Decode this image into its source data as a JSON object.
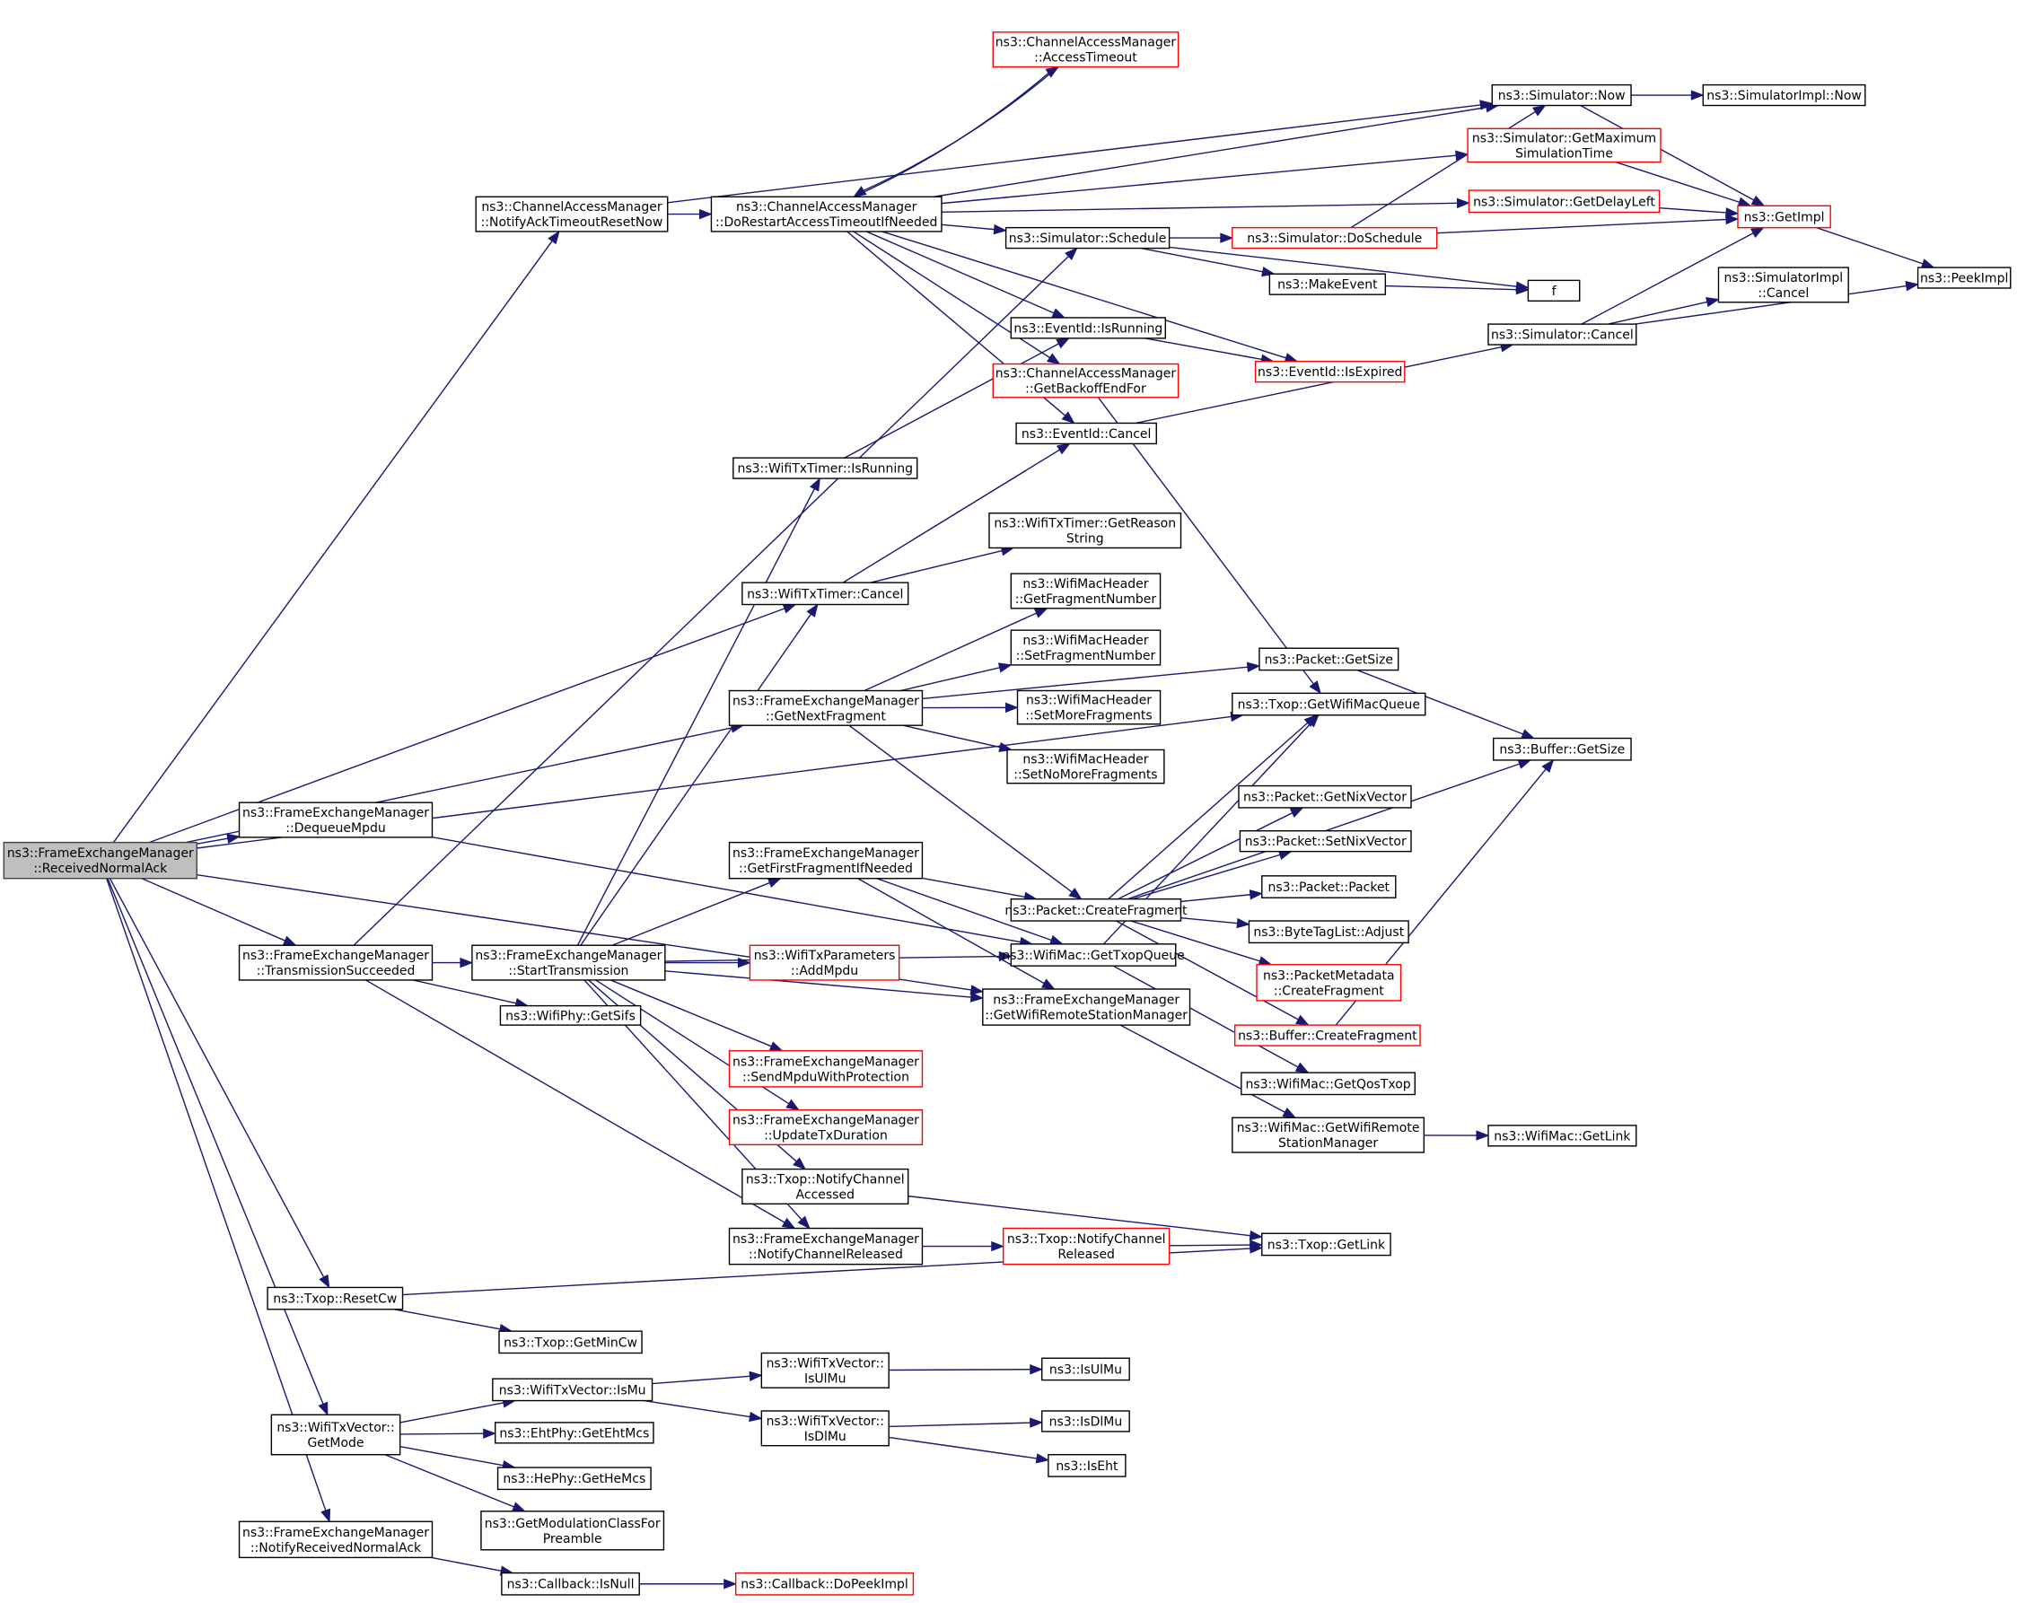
{
  "title": "Call graph of ns3::FrameExchangeManager::ReceivedNormalAck",
  "colors": {
    "edge": "#191970",
    "incomplete_border": "#ff0000",
    "root_fill": "#bfbfbf",
    "border": "#000000"
  },
  "nodes": {
    "root": {
      "lines": [
        "ns3::FrameExchangeManager",
        "::ReceivedNormalAck"
      ],
      "style": "root"
    },
    "notifyAck": {
      "lines": [
        "ns3::ChannelAccessManager",
        "::NotifyAckTimeoutResetNow"
      ],
      "style": "normal"
    },
    "doRestart": {
      "lines": [
        "ns3::ChannelAccessManager",
        "::DoRestartAccessTimeoutIfNeeded"
      ],
      "style": "normal"
    },
    "accessTimeout": {
      "lines": [
        "ns3::ChannelAccessManager",
        "::AccessTimeout"
      ],
      "style": "red"
    },
    "simNow": {
      "lines": [
        "ns3::Simulator::Now"
      ],
      "style": "normal"
    },
    "simImplNow": {
      "lines": [
        "ns3::SimulatorImpl::Now"
      ],
      "style": "normal"
    },
    "getMaxSimTime": {
      "lines": [
        "ns3::Simulator::GetMaximum",
        "SimulationTime"
      ],
      "style": "red"
    },
    "getDelayLeft": {
      "lines": [
        "ns3::Simulator::GetDelayLeft"
      ],
      "style": "red"
    },
    "getImpl": {
      "lines": [
        "ns3::GetImpl"
      ],
      "style": "red"
    },
    "peekImpl": {
      "lines": [
        "ns3::PeekImpl"
      ],
      "style": "normal"
    },
    "schedule": {
      "lines": [
        "ns3::Simulator::Schedule"
      ],
      "style": "normal"
    },
    "doSchedule": {
      "lines": [
        "ns3::Simulator::DoSchedule"
      ],
      "style": "red"
    },
    "makeEvent": {
      "lines": [
        "ns3::MakeEvent"
      ],
      "style": "normal"
    },
    "f": {
      "lines": [
        "f"
      ],
      "style": "normal"
    },
    "simImplCancel": {
      "lines": [
        "ns3::SimulatorImpl",
        "::Cancel"
      ],
      "style": "normal"
    },
    "simCancel": {
      "lines": [
        "ns3::Simulator::Cancel"
      ],
      "style": "normal"
    },
    "eventIsRunning": {
      "lines": [
        "ns3::EventId::IsRunning"
      ],
      "style": "normal"
    },
    "eventIsExpired": {
      "lines": [
        "ns3::EventId::IsExpired"
      ],
      "style": "red"
    },
    "getBackoff": {
      "lines": [
        "ns3::ChannelAccessManager",
        "::GetBackoffEndFor"
      ],
      "style": "red"
    },
    "eventCancel": {
      "lines": [
        "ns3::EventId::Cancel"
      ],
      "style": "normal"
    },
    "txTimerIsRunning": {
      "lines": [
        "ns3::WifiTxTimer::IsRunning"
      ],
      "style": "normal"
    },
    "getReasonString": {
      "lines": [
        "ns3::WifiTxTimer::GetReason",
        "String"
      ],
      "style": "normal"
    },
    "txTimerCancel": {
      "lines": [
        "ns3::WifiTxTimer::Cancel"
      ],
      "style": "normal"
    },
    "getFragmentNumber": {
      "lines": [
        "ns3::WifiMacHeader",
        "::GetFragmentNumber"
      ],
      "style": "normal"
    },
    "setFragmentNumber": {
      "lines": [
        "ns3::WifiMacHeader",
        "::SetFragmentNumber"
      ],
      "style": "normal"
    },
    "setMoreFragments": {
      "lines": [
        "ns3::WifiMacHeader",
        "::SetMoreFragments"
      ],
      "style": "normal"
    },
    "setNoMoreFragments": {
      "lines": [
        "ns3::WifiMacHeader",
        "::SetNoMoreFragments"
      ],
      "style": "normal"
    },
    "getNextFragment": {
      "lines": [
        "ns3::FrameExchangeManager",
        "::GetNextFragment"
      ],
      "style": "normal"
    },
    "packetGetSize": {
      "lines": [
        "ns3::Packet::GetSize"
      ],
      "style": "normal"
    },
    "txopGetWifiMacQueue": {
      "lines": [
        "ns3::Txop::GetWifiMacQueue"
      ],
      "style": "normal"
    },
    "bufferGetSize": {
      "lines": [
        "ns3::Buffer::GetSize"
      ],
      "style": "normal"
    },
    "getNixVector": {
      "lines": [
        "ns3::Packet::GetNixVector"
      ],
      "style": "normal"
    },
    "setNixVector": {
      "lines": [
        "ns3::Packet::SetNixVector"
      ],
      "style": "normal"
    },
    "packetPacket": {
      "lines": [
        "ns3::Packet::Packet"
      ],
      "style": "normal"
    },
    "byteTagAdjust": {
      "lines": [
        "ns3::ByteTagList::Adjust"
      ],
      "style": "normal"
    },
    "metadataCreateFragment": {
      "lines": [
        "ns3::PacketMetadata",
        "::CreateFragment"
      ],
      "style": "red"
    },
    "bufferCreateFragment": {
      "lines": [
        "ns3::Buffer::CreateFragment"
      ],
      "style": "red"
    },
    "getQosTxop": {
      "lines": [
        "ns3::WifiMac::GetQosTxop"
      ],
      "style": "normal"
    },
    "macGetRemoteStationMgr": {
      "lines": [
        "ns3::WifiMac::GetWifiRemote",
        "StationManager"
      ],
      "style": "normal"
    },
    "macGetLink": {
      "lines": [
        "ns3::WifiMac::GetLink"
      ],
      "style": "normal"
    },
    "dequeueMpdu": {
      "lines": [
        "ns3::FrameExchangeManager",
        "::DequeueMpdu"
      ],
      "style": "normal"
    },
    "transmissionSucceeded": {
      "lines": [
        "ns3::FrameExchangeManager",
        "::TransmissionSucceeded"
      ],
      "style": "normal"
    },
    "startTransmission": {
      "lines": [
        "ns3::FrameExchangeManager",
        "::StartTransmission"
      ],
      "style": "normal"
    },
    "getSifs": {
      "lines": [
        "ns3::WifiPhy::GetSifs"
      ],
      "style": "normal"
    },
    "getFirstFragment": {
      "lines": [
        "ns3::FrameExchangeManager",
        "::GetFirstFragmentIfNeeded"
      ],
      "style": "normal"
    },
    "createFragment": {
      "lines": [
        "ns3::Packet::CreateFragment"
      ],
      "style": "normal"
    },
    "getTxopQueue": {
      "lines": [
        "ns3::WifiMac::GetTxopQueue"
      ],
      "style": "normal"
    },
    "addMpdu": {
      "lines": [
        "ns3::WifiTxParameters",
        "::AddMpdu"
      ],
      "style": "red"
    },
    "femGetRemoteStationMgr": {
      "lines": [
        "ns3::FrameExchangeManager",
        "::GetWifiRemoteStationManager"
      ],
      "style": "normal"
    },
    "sendMpduWithProtection": {
      "lines": [
        "ns3::FrameExchangeManager",
        "::SendMpduWithProtection"
      ],
      "style": "red"
    },
    "updateTxDuration": {
      "lines": [
        "ns3::FrameExchangeManager",
        "::UpdateTxDuration"
      ],
      "style": "red"
    },
    "notifyChannelAccessed": {
      "lines": [
        "ns3::Txop::NotifyChannel",
        "Accessed"
      ],
      "style": "normal"
    },
    "femNotifyChannelReleased": {
      "lines": [
        "ns3::FrameExchangeManager",
        "::NotifyChannelReleased"
      ],
      "style": "normal"
    },
    "txopNotifyChannelReleased": {
      "lines": [
        "ns3::Txop::NotifyChannel",
        "Released"
      ],
      "style": "red"
    },
    "txopGetLink": {
      "lines": [
        "ns3::Txop::GetLink"
      ],
      "style": "normal"
    },
    "resetCw": {
      "lines": [
        "ns3::Txop::ResetCw"
      ],
      "style": "normal"
    },
    "getMinCw": {
      "lines": [
        "ns3::Txop::GetMinCw"
      ],
      "style": "normal"
    },
    "isMu": {
      "lines": [
        "ns3::WifiTxVector::IsMu"
      ],
      "style": "normal"
    },
    "vecIsUlMu": {
      "lines": [
        "ns3::WifiTxVector::",
        "IsUlMu"
      ],
      "style": "normal"
    },
    "vecIsDlMu": {
      "lines": [
        "ns3::WifiTxVector::",
        "IsDlMu"
      ],
      "style": "normal"
    },
    "isUlMu": {
      "lines": [
        "ns3::IsUlMu"
      ],
      "style": "normal"
    },
    "isDlMu": {
      "lines": [
        "ns3::IsDlMu"
      ],
      "style": "normal"
    },
    "isEht": {
      "lines": [
        "ns3::IsEht"
      ],
      "style": "normal"
    },
    "getMode": {
      "lines": [
        "ns3::WifiTxVector::",
        "GetMode"
      ],
      "style": "normal"
    },
    "getEhtMcs": {
      "lines": [
        "ns3::EhtPhy::GetEhtMcs"
      ],
      "style": "normal"
    },
    "getHeMcs": {
      "lines": [
        "ns3::HePhy::GetHeMcs"
      ],
      "style": "normal"
    },
    "getModClass": {
      "lines": [
        "ns3::GetModulationClassFor",
        "Preamble"
      ],
      "style": "normal"
    },
    "notifyReceivedNormalAck": {
      "lines": [
        "ns3::FrameExchangeManager",
        "::NotifyReceivedNormalAck"
      ],
      "style": "normal"
    },
    "callbackIsNull": {
      "lines": [
        "ns3::Callback::IsNull"
      ],
      "style": "normal"
    },
    "doPeekImpl": {
      "lines": [
        "ns3::Callback::DoPeekImpl"
      ],
      "style": "red"
    }
  },
  "edges": [
    [
      "root",
      "notifyAck"
    ],
    [
      "root",
      "dequeueMpdu"
    ],
    [
      "root",
      "transmissionSucceeded"
    ],
    [
      "root",
      "getNextFragment"
    ],
    [
      "root",
      "txTimerCancel"
    ],
    [
      "root",
      "txopGetWifiMacQueue"
    ],
    [
      "root",
      "femGetRemoteStationMgr"
    ],
    [
      "root",
      "resetCw"
    ],
    [
      "root",
      "getMode"
    ],
    [
      "root",
      "notifyReceivedNormalAck"
    ],
    [
      "notifyAck",
      "doRestart"
    ],
    [
      "notifyAck",
      "simNow"
    ],
    [
      "doRestart",
      "accessTimeout"
    ],
    [
      "accessTimeout",
      "doRestart"
    ],
    [
      "doRestart",
      "simNow"
    ],
    [
      "doRestart",
      "getMaxSimTime"
    ],
    [
      "doRestart",
      "getDelayLeft"
    ],
    [
      "doRestart",
      "schedule"
    ],
    [
      "doRestart",
      "eventIsRunning"
    ],
    [
      "doRestart",
      "eventIsExpired"
    ],
    [
      "doRestart",
      "getBackoff"
    ],
    [
      "doRestart",
      "eventCancel"
    ],
    [
      "simNow",
      "simImplNow"
    ],
    [
      "simNow",
      "getImpl"
    ],
    [
      "getMaxSimTime",
      "getImpl"
    ],
    [
      "getDelayLeft",
      "getImpl"
    ],
    [
      "doSchedule",
      "getImpl"
    ],
    [
      "doSchedule",
      "simNow"
    ],
    [
      "getImpl",
      "peekImpl"
    ],
    [
      "schedule",
      "doSchedule"
    ],
    [
      "schedule",
      "makeEvent"
    ],
    [
      "schedule",
      "f"
    ],
    [
      "makeEvent",
      "f"
    ],
    [
      "simCancel",
      "simImplCancel"
    ],
    [
      "simCancel",
      "getImpl"
    ],
    [
      "simCancel",
      "peekImpl"
    ],
    [
      "eventIsRunning",
      "eventIsExpired"
    ],
    [
      "eventCancel",
      "simCancel"
    ],
    [
      "getBackoff",
      "txopGetWifiMacQueue"
    ],
    [
      "txTimerIsRunning",
      "eventIsRunning"
    ],
    [
      "txTimerCancel",
      "eventCancel"
    ],
    [
      "txTimerCancel",
      "getReasonString"
    ],
    [
      "getNextFragment",
      "getFragmentNumber"
    ],
    [
      "getNextFragment",
      "setFragmentNumber"
    ],
    [
      "getNextFragment",
      "setMoreFragments"
    ],
    [
      "getNextFragment",
      "setNoMoreFragments"
    ],
    [
      "getNextFragment",
      "createFragment"
    ],
    [
      "getNextFragment",
      "packetGetSize"
    ],
    [
      "packetGetSize",
      "bufferGetSize"
    ],
    [
      "dequeueMpdu",
      "getTxopQueue"
    ],
    [
      "transmissionSucceeded",
      "startTransmission"
    ],
    [
      "transmissionSucceeded",
      "getSifs"
    ],
    [
      "transmissionSucceeded",
      "schedule"
    ],
    [
      "transmissionSucceeded",
      "femNotifyChannelReleased"
    ],
    [
      "startTransmission",
      "txTimerIsRunning"
    ],
    [
      "startTransmission",
      "txTimerCancel"
    ],
    [
      "startTransmission",
      "getFirstFragment"
    ],
    [
      "startTransmission",
      "addMpdu"
    ],
    [
      "startTransmission",
      "femGetRemoteStationMgr"
    ],
    [
      "startTransmission",
      "sendMpduWithProtection"
    ],
    [
      "startTransmission",
      "updateTxDuration"
    ],
    [
      "startTransmission",
      "notifyChannelAccessed"
    ],
    [
      "startTransmission",
      "femNotifyChannelReleased"
    ],
    [
      "startTransmission",
      "getTxopQueue"
    ],
    [
      "getFirstFragment",
      "createFragment"
    ],
    [
      "getFirstFragment",
      "getTxopQueue"
    ],
    [
      "getFirstFragment",
      "femGetRemoteStationMgr"
    ],
    [
      "createFragment",
      "getNixVector"
    ],
    [
      "createFragment",
      "setNixVector"
    ],
    [
      "createFragment",
      "packetPacket"
    ],
    [
      "createFragment",
      "byteTagAdjust"
    ],
    [
      "createFragment",
      "metadataCreateFragment"
    ],
    [
      "createFragment",
      "bufferCreateFragment"
    ],
    [
      "createFragment",
      "txopGetWifiMacQueue"
    ],
    [
      "createFragment",
      "bufferGetSize"
    ],
    [
      "getTxopQueue",
      "txopGetWifiMacQueue"
    ],
    [
      "getTxopQueue",
      "getQosTxop"
    ],
    [
      "bufferCreateFragment",
      "bufferGetSize"
    ],
    [
      "femGetRemoteStationMgr",
      "macGetRemoteStationMgr"
    ],
    [
      "macGetRemoteStationMgr",
      "macGetLink"
    ],
    [
      "notifyChannelAccessed",
      "txopGetLink"
    ],
    [
      "femNotifyChannelReleased",
      "txopNotifyChannelReleased"
    ],
    [
      "txopNotifyChannelReleased",
      "txopGetLink"
    ],
    [
      "resetCw",
      "txopGetLink"
    ],
    [
      "resetCw",
      "getMinCw"
    ],
    [
      "getMode",
      "isMu"
    ],
    [
      "getMode",
      "getEhtMcs"
    ],
    [
      "getMode",
      "getHeMcs"
    ],
    [
      "getMode",
      "getModClass"
    ],
    [
      "isMu",
      "vecIsUlMu"
    ],
    [
      "isMu",
      "vecIsDlMu"
    ],
    [
      "vecIsUlMu",
      "isUlMu"
    ],
    [
      "vecIsDlMu",
      "isDlMu"
    ],
    [
      "vecIsDlMu",
      "isEht"
    ],
    [
      "notifyReceivedNormalAck",
      "callbackIsNull"
    ],
    [
      "callbackIsNull",
      "doPeekImpl"
    ]
  ]
}
